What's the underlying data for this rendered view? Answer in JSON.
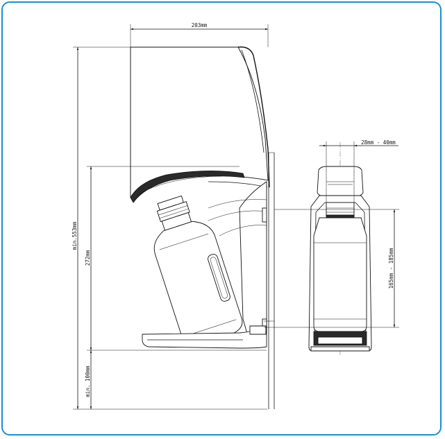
{
  "frame": {
    "border_color": "#1a8fd0"
  },
  "dimensions": {
    "width_top": "203mm",
    "total_height": "min.553mm",
    "height_272": "272mm",
    "min_bottom": "min. 100mm",
    "neck_range": "28mm - 40mm",
    "bottle_height_range": "165mm - 185mm"
  }
}
